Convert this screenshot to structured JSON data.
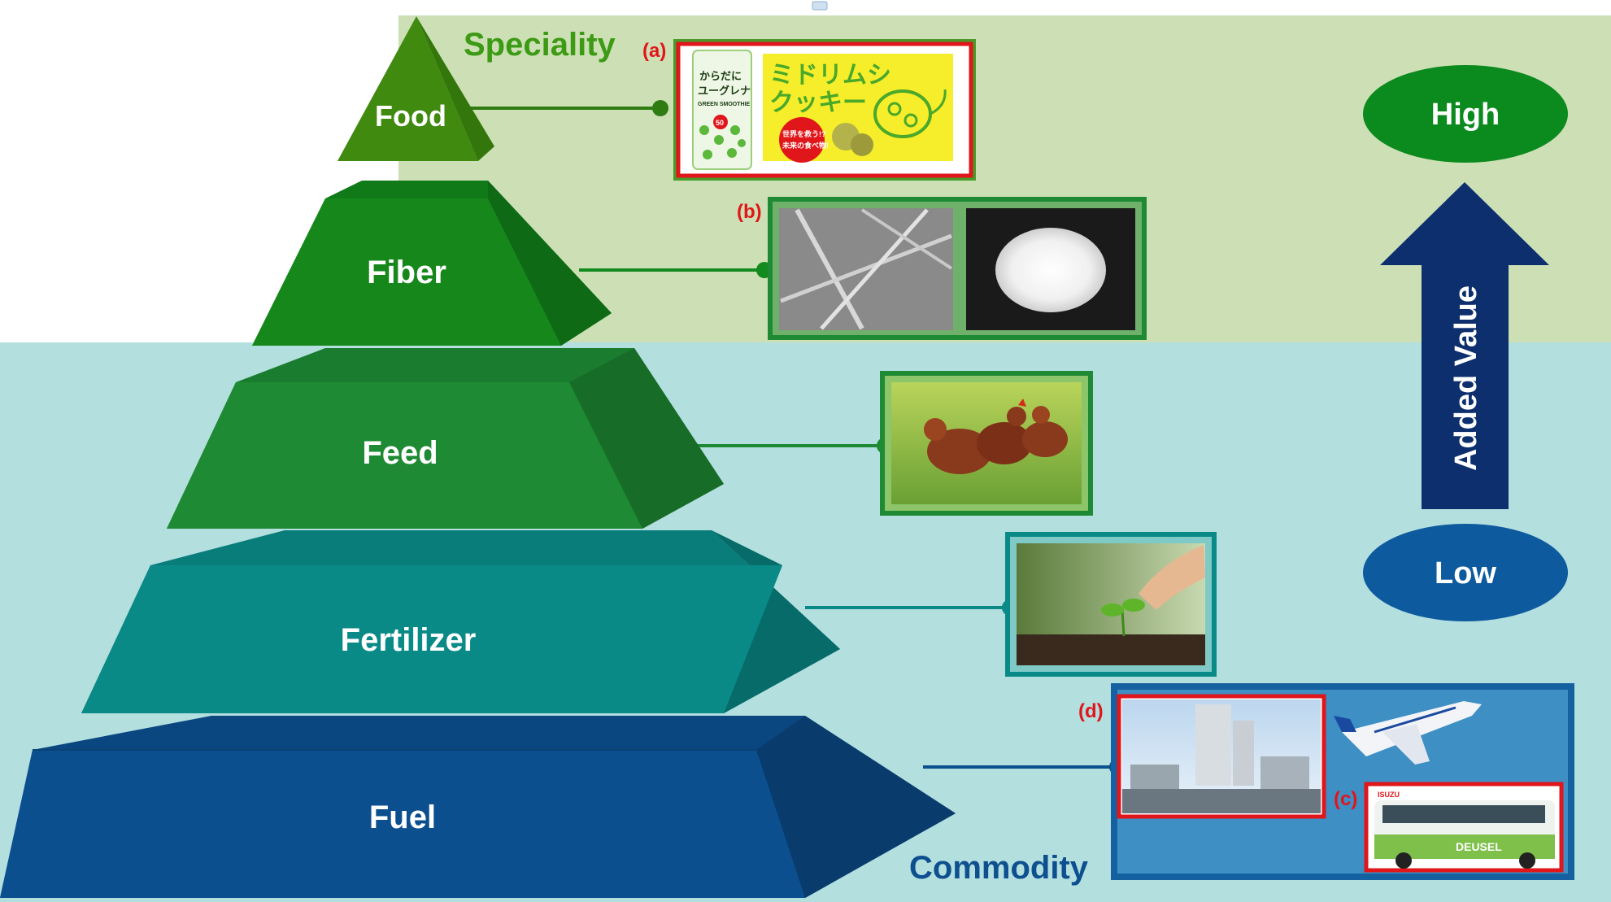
{
  "zones": {
    "speciality_label": "Speciality",
    "commodity_label": "Commodity"
  },
  "tiers": [
    {
      "label": "Food",
      "color": "#3f8a0f"
    },
    {
      "label": "Fiber",
      "color": "#16881b"
    },
    {
      "label": "Feed",
      "color": "#1e8a33"
    },
    {
      "label": "Fertilizer",
      "color": "#0a8a87"
    },
    {
      "label": "Fuel",
      "color": "#0c4f8f"
    }
  ],
  "panels": {
    "food": {
      "marker": "(a)",
      "can_text": [
        "からだに",
        "ユーグレナ",
        "GREEN SMOOTHIE",
        "50"
      ],
      "package_title": [
        "ミドリムシ",
        "クッキー"
      ],
      "package_badge": [
        "世界を救う!?",
        "未来の食べ物!"
      ]
    },
    "fiber": {
      "marker": "(b)"
    },
    "fuel": {
      "marker_d": "(d)",
      "marker_c": "(c)",
      "bus_brand": "ISUZU",
      "bus_wrap": "DEUSEL"
    }
  },
  "scale": {
    "high_label": "High",
    "low_label": "Low",
    "arrow_label": "Added Value"
  },
  "colors": {
    "speciality_bg": "#cde0b5",
    "commodity_bg": "#b3dfdf",
    "high": "#0b8a1e",
    "low": "#0d5a9e",
    "arrow": "#0d2f6e",
    "speciality_text": "#3c9a15",
    "commodity_text": "#0e4f8f",
    "marker": "#e0161a"
  }
}
